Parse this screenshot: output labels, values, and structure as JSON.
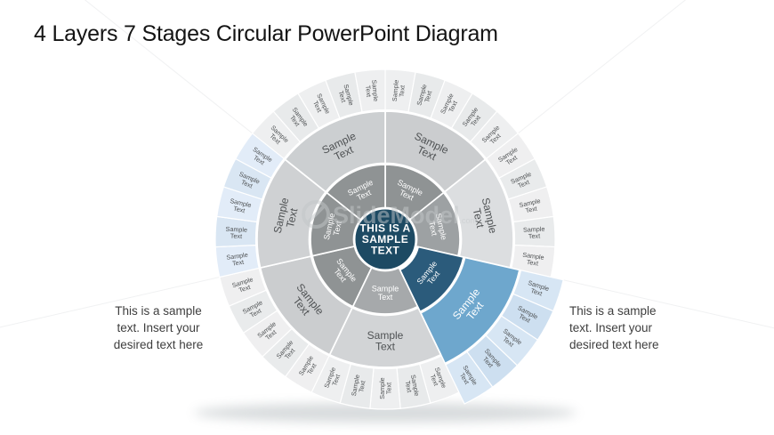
{
  "title": "4 Layers 7 Stages Circular PowerPoint Diagram",
  "notes": {
    "left": "This is a sample text. Insert your desired text here",
    "right": "This is a sample text. Insert your desired text here"
  },
  "watermark": {
    "name": "SlideModel",
    "suffix": ".com"
  },
  "colors": {
    "background": "#ffffff",
    "title_text": "#141414",
    "note_text": "#3e3e3e",
    "label_dark": "#4f5254",
    "label_light": "#ffffff",
    "center_fill": "#1d4a63",
    "divider": "#ffffff",
    "accent_dark": "#2b5b7b",
    "accent_mid": "#6ea7cd",
    "accent_light": "#d7e6f4",
    "watermark_gray": "#c3c7c9"
  },
  "diagram": {
    "center_label": "THIS IS A SAMPLE TEXT",
    "center_lines": [
      "THIS IS A",
      "SAMPLE",
      "TEXT"
    ],
    "rays_deg": [
      51.43,
      102.86,
      257.14,
      308.57
    ],
    "stages": [
      {
        "name": "stage-1",
        "highlighted": false,
        "inner_label": "Sample Text",
        "middle_label": "Sample Text",
        "outer_labels": [
          "Sample Text",
          "Sample Text",
          "Sample Text",
          "Sample Text",
          "Sample Text"
        ],
        "inner_color": "#8f9394",
        "middle_color": "#cbcdcf",
        "outer_colors": [
          "#eeeff0",
          "#e8eaeb"
        ],
        "inner_text_color": "#ffffff",
        "middle_text_color": "#4f5254"
      },
      {
        "name": "stage-2",
        "highlighted": false,
        "inner_label": "Sample Text",
        "middle_label": "Sample Text",
        "outer_labels": [
          "Sample Text",
          "Sample Text",
          "Sample Text",
          "Sample Text",
          "Sample Text"
        ],
        "inner_color": "#9da1a3",
        "middle_color": "#dcdee0",
        "outer_colors": [
          "#efeff0",
          "#e9ebec"
        ],
        "inner_text_color": "#ffffff",
        "middle_text_color": "#4f5254"
      },
      {
        "name": "stage-3",
        "highlighted": true,
        "inner_label": "Sample Text",
        "middle_label": "Sample Text",
        "outer_labels": [
          "Sample Text",
          "Sample Text",
          "Sample Text",
          "Sample Text",
          "Sample Text"
        ],
        "inner_color": "#2b5b7b",
        "middle_color": "#6ea7cd",
        "outer_colors": [
          "#d7e6f4",
          "#cddff0"
        ],
        "inner_text_color": "#ffffff",
        "middle_text_color": "#ffffff"
      },
      {
        "name": "stage-4",
        "highlighted": false,
        "inner_label": "Sample Text",
        "middle_label": "Sample Text",
        "outer_labels": [
          "Sample Text",
          "Sample Text",
          "Sample Text",
          "Sample Text",
          "Sample Text"
        ],
        "inner_color": "#a6a9ab",
        "middle_color": "#d2d4d6",
        "outer_colors": [
          "#eeeff0",
          "#e8eaeb"
        ],
        "inner_text_color": "#ffffff",
        "middle_text_color": "#4f5254"
      },
      {
        "name": "stage-5",
        "highlighted": false,
        "inner_label": "Sample Text",
        "middle_label": "Sample Text",
        "outer_labels": [
          "Sample Text",
          "Sample Text",
          "Sample Text",
          "Sample Text",
          "Sample Text"
        ],
        "inner_color": "#8f9394",
        "middle_color": "#cbcdcf",
        "outer_colors": [
          "#efeff0",
          "#e9ebec"
        ],
        "inner_text_color": "#ffffff",
        "middle_text_color": "#4f5254"
      },
      {
        "name": "stage-6",
        "highlighted": false,
        "inner_label": "Sample Text",
        "middle_label": "Sample Text",
        "outer_labels": [
          "Sample Text",
          "Sample Text",
          "Sample Text",
          "Sample Text",
          "Sample Text"
        ],
        "inner_color": "#8f9394",
        "middle_color": "#cfd1d3",
        "outer_colors": [
          "#e2ecf8",
          "#d9e6f3"
        ],
        "inner_text_color": "#ffffff",
        "middle_text_color": "#4f5254"
      },
      {
        "name": "stage-7",
        "highlighted": false,
        "inner_label": "Sample Text",
        "middle_label": "Sample Text",
        "outer_labels": [
          "Sample Text",
          "Sample Text",
          "Sample Text",
          "Sample Text",
          "Sample Text"
        ],
        "inner_color": "#8f9394",
        "middle_color": "#cccfd1",
        "outer_colors": [
          "#eeeff0",
          "#e8eaeb"
        ],
        "inner_text_color": "#ffffff",
        "middle_text_color": "#4f5254"
      }
    ]
  }
}
